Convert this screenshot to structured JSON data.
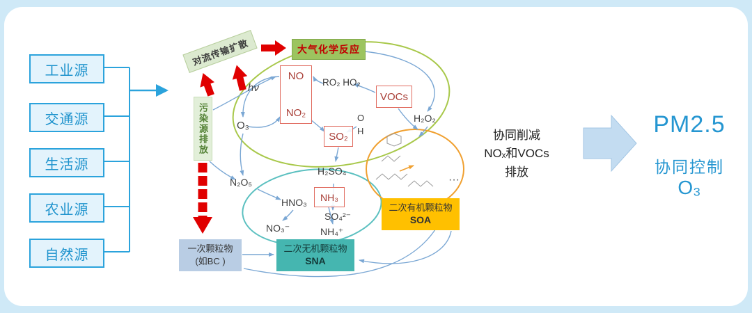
{
  "colors": {
    "frame": "#cfe9f7",
    "accent_blue": "#2ba3dc",
    "source_text": "#1e93cd",
    "red_arrow": "#e00000",
    "chem_box_green": "#9cc45f",
    "emission_green": "#e2efd9",
    "soa_yellow": "#ffc000",
    "sna_teal": "#45b6b0",
    "primary_blue": "#b9cde4",
    "green_ellipse": "#a8c84a",
    "teal_ellipse": "#5bc0c0",
    "orange_ellipse": "#f0a030",
    "flow_arrow_blue": "#7aa7d4",
    "red_box_border": "#e06a5e",
    "headline_blue": "#2596d1"
  },
  "sources": {
    "items": [
      "工业源",
      "交通源",
      "生活源",
      "农业源",
      "自然源"
    ]
  },
  "flow": {
    "convection_label": "对流传输扩散",
    "emission_label": "污染源排放",
    "chemistry_label": "大气化学反应"
  },
  "species": {
    "hv": "hν",
    "no": "NO",
    "no2": "NO₂",
    "o3": "O₃",
    "ro2ho2": "RO₂ HO₂",
    "vocs": "VOCs",
    "h2o2": "H₂O₂",
    "so2": "SO₂",
    "o": "O",
    "h": "H",
    "h2so4": "H₂SO₄",
    "nh3": "NH₃",
    "n2o5": "N₂O₅",
    "hno3": "HNO₃",
    "no3": "NO₃⁻",
    "so4": "SO₄²⁻",
    "nh4": "NH₄⁺",
    "ellipsis": "···"
  },
  "particles": {
    "soa_name": "二次有机颗粒物",
    "soa_abbr": "SOA",
    "primary_name": "一次颗粒物",
    "primary_note": "(如BC )",
    "sna_name": "二次无机颗粒物",
    "sna_abbr": "SNA"
  },
  "outcome": {
    "reduce_line1": "协同削减",
    "reduce_line2": "NOₓ和VOCs",
    "reduce_line3": "排放",
    "pm25": "PM2.5",
    "control": "协同控制",
    "o3": "O₃"
  }
}
